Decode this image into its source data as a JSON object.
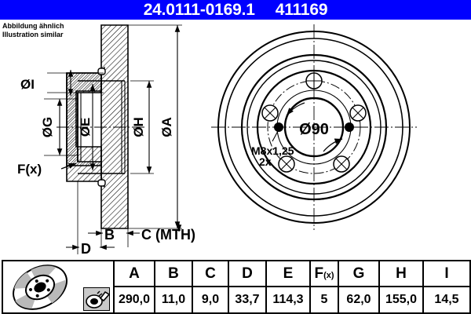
{
  "header": {
    "part_number": "24.0111-0169.1",
    "reference_number": "411169",
    "background_color": "#0000ff",
    "text_color": "#ffffff"
  },
  "note": {
    "line_de": "Abbildung ähnlich",
    "line_en": "Illustration similar"
  },
  "section_view": {
    "labels": {
      "dia_i": "ØI",
      "dia_g": "ØG",
      "dia_e": "ØE",
      "dia_h": "ØH",
      "dia_a": "ØA",
      "f_x": "F(x)",
      "b": "B",
      "c": "C (MTH)",
      "d": "D"
    }
  },
  "face_view": {
    "center_bore_label": "Ø90",
    "thread_label": "M8x1,25",
    "thread_count": "2x",
    "bolt_holes": 5,
    "threaded_holes": 2
  },
  "table": {
    "headers": [
      "A",
      "B",
      "C",
      "D",
      "E",
      "F(x)",
      "G",
      "H",
      "I"
    ],
    "values": [
      "290,0",
      "11,0",
      "9,0",
      "33,7",
      "114,3",
      "5",
      "62,0",
      "155,0",
      "14,5"
    ],
    "f_label_main": "F",
    "f_label_sub": "(x)",
    "icons": [
      "brake-disc-icon",
      "spray-coating-icon"
    ]
  }
}
